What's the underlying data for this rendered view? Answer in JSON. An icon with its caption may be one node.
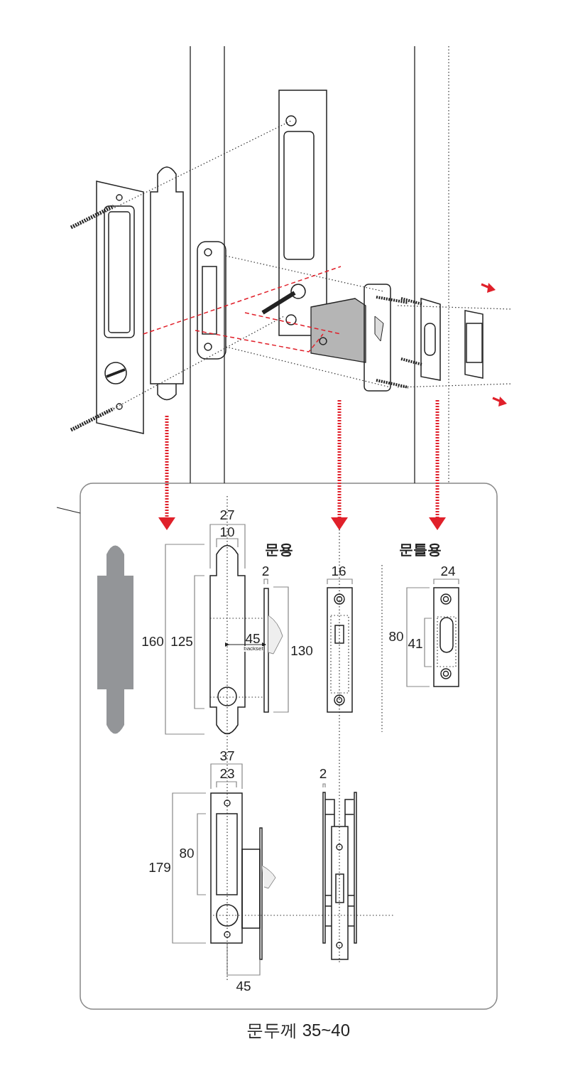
{
  "diagram": {
    "caption": "문두께 35~40",
    "labels": [
      "27",
      "문용",
      "문틀용",
      "10",
      "2",
      "16",
      "24",
      "160",
      "125",
      "45",
      "backset",
      "130",
      "80",
      "41",
      "37",
      "23",
      "2",
      "179",
      "80",
      "45"
    ]
  }
}
